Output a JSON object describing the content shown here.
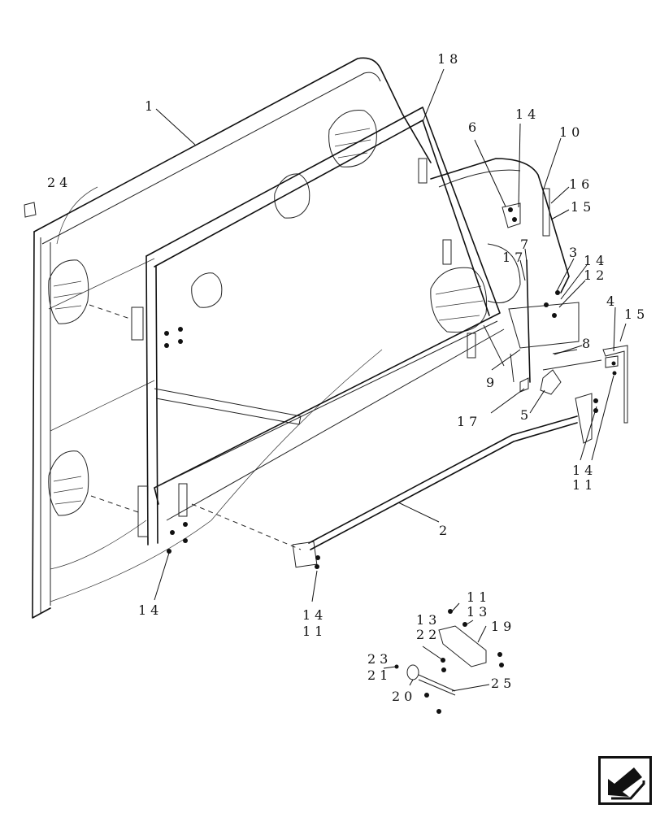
{
  "callouts": {
    "c1": "1",
    "c2": "2",
    "c3": "3",
    "c4": "4",
    "c5": "5",
    "c6": "6",
    "c7": "7",
    "c8": "8",
    "c9": "9",
    "c10": "10",
    "c11_14a": "14",
    "c11_14b": "11",
    "c12": "12",
    "c14_top": "14",
    "c14_right": "14",
    "c14_bl": "14",
    "c14_11a": "14",
    "c14_11b": "11",
    "c15a": "15",
    "c15b": "15",
    "c16": "16",
    "c17a": "17",
    "c17b": "17",
    "c18": "18",
    "c11_kit": "11",
    "c13a": "13",
    "c13b": "13",
    "c22": "22",
    "c19": "19",
    "c23": "23",
    "c21": "21",
    "c20": "20",
    "c25": "25",
    "c24": "24"
  },
  "nav_icon": "previous-page-arrow-icon"
}
